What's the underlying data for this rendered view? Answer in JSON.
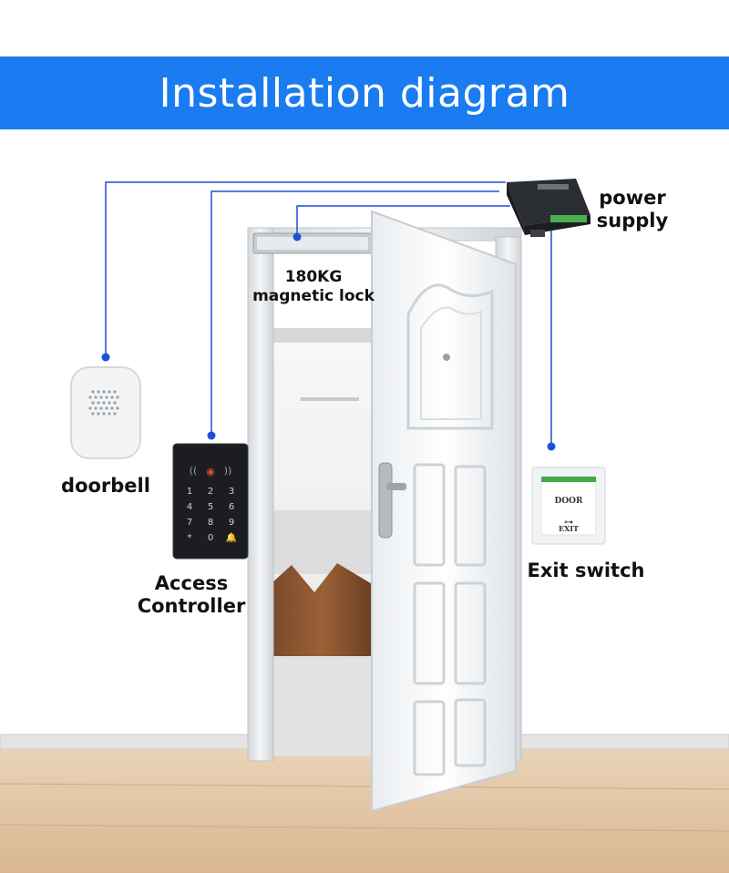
{
  "header": {
    "title": "Installation diagram",
    "background_color": "#1a7cf0"
  },
  "components": {
    "power_supply": {
      "label_line1": "power",
      "label_line2": "supply",
      "icon": "power-supply-box"
    },
    "magnetic_lock": {
      "label_line1": "180KG",
      "label_line2": "magnetic lock",
      "icon": "magnetic-lock"
    },
    "doorbell": {
      "label": "doorbell",
      "icon": "doorbell-speaker"
    },
    "access_controller": {
      "label_line1": "Access",
      "label_line2": "Controller",
      "icon": "keypad",
      "keys": [
        "1",
        "2",
        "3",
        "4",
        "5",
        "6",
        "7",
        "8",
        "9",
        "*",
        "0",
        "🔔"
      ]
    },
    "exit_switch": {
      "label": "Exit switch",
      "icon": "exit-button",
      "plate_top_text": "DOOR",
      "plate_bottom_text": "EXIT"
    }
  },
  "wire_color": "#1f4fd6"
}
